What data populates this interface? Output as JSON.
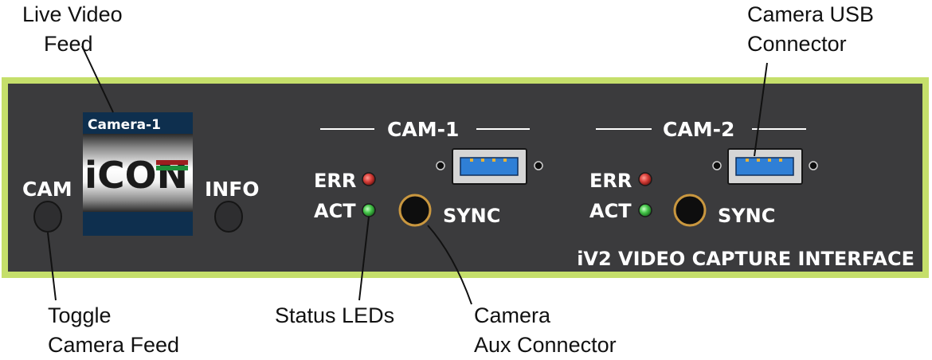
{
  "callouts": {
    "live_video_feed": [
      "Live Video",
      "Feed"
    ],
    "camera_usb_connector": [
      "Camera USB",
      "Connector"
    ],
    "toggle_camera_feed": [
      "Toggle",
      "Camera Feed"
    ],
    "status_leds": "Status LEDs",
    "camera_aux_connector": [
      "Camera",
      "Aux Connector"
    ]
  },
  "panel": {
    "border_color": "#c5df6b",
    "face_color": "#3b3b3d",
    "product_name": "iV2 VIDEO CAPTURE INTERFACE",
    "cam_button_label": "CAM",
    "info_button_label": "INFO",
    "display": {
      "title": "Camera-1",
      "logo_text": "iCON"
    },
    "channels": [
      {
        "header": "CAM-1",
        "err_label": "ERR",
        "act_label": "ACT",
        "sync_label": "SYNC",
        "err_led_color": "#d9413b",
        "act_led_color": "#46c64a"
      },
      {
        "header": "CAM-2",
        "err_label": "ERR",
        "act_label": "ACT",
        "sync_label": "SYNC",
        "err_led_color": "#d9413b",
        "act_led_color": "#46c64a"
      }
    ],
    "usb_port_color": "#2f7fd6",
    "sync_ring_color": "#c9973f"
  }
}
